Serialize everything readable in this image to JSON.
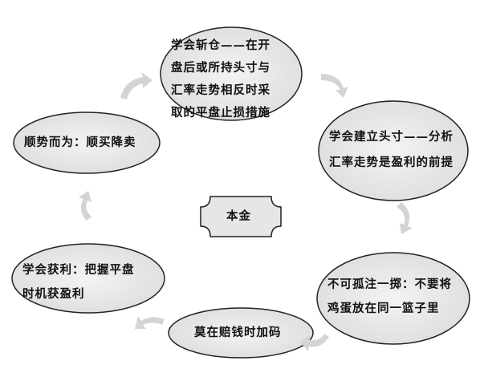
{
  "center": "本金",
  "nodes": {
    "top": [
      "学会斩仓——在开",
      "盘后或所持头寸与",
      "汇率走势相反时采",
      "取的平盘止损措施"
    ],
    "right": [
      "学会建立头寸——分析",
      "汇率走势是盈利的前提"
    ],
    "bottom_right": [
      "不可孤注一掷：不要将",
      "鸡蛋放在同一篮子里"
    ],
    "bottom": [
      "莫在赔钱时加码"
    ],
    "bottom_left": [
      "学会获利：把握平盘",
      "时机获盈利"
    ],
    "left": [
      "顺势而为：顺买降卖"
    ]
  },
  "colors": {
    "fill": "#ebebeb",
    "stroke": "#222",
    "arrow": "#d4d4d4"
  }
}
